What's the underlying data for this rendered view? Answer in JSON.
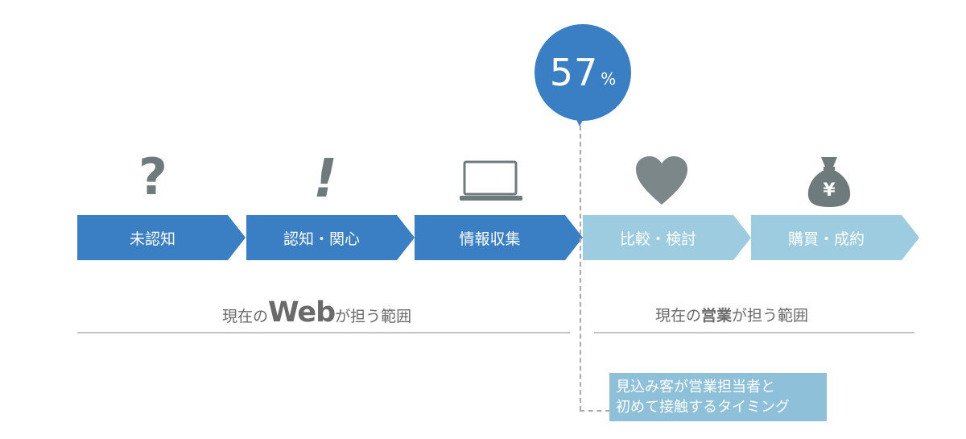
{
  "stages": [
    {
      "label": "未認知",
      "icon": "question-mark-icon"
    },
    {
      "label": "認知・関心",
      "icon": "exclamation-icon"
    },
    {
      "label": "情報収集",
      "icon": "laptop-icon"
    },
    {
      "label": "比較・検討",
      "icon": "heart-icon"
    },
    {
      "label": "購買・成約",
      "icon": "money-bag-yen-icon"
    }
  ],
  "icons": {
    "question": "?",
    "exclaim": "!",
    "yen": "¥"
  },
  "bubble": {
    "value": "57",
    "unit": "%"
  },
  "responsibility": {
    "web": {
      "prefix": "現在の",
      "highlight": "Web",
      "suffix": "が担う範囲"
    },
    "sales": {
      "prefix": "現在の",
      "highlight": "営業",
      "suffix": "が担う範囲"
    }
  },
  "note": {
    "line1": "見込み客が営業担当者と",
    "line2": "初めて接触するタイミング"
  },
  "colors": {
    "dark_blue": "#3a7fc4",
    "light_blue": "#9dcbe0",
    "icon_gray": "#6f7a7c",
    "note_bg": "#8fc0d9"
  }
}
